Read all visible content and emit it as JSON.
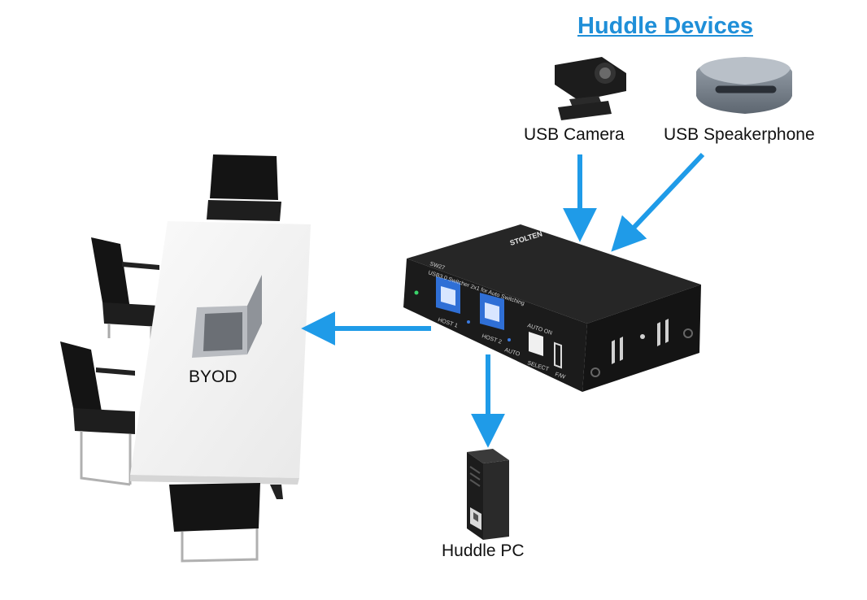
{
  "title": "Huddle Devices",
  "labels": {
    "camera": "USB Camera",
    "speakerphone": "USB Speakerphone",
    "byod": "BYOD",
    "huddle_pc": "Huddle PC"
  },
  "switch": {
    "brand": "STOLTEN",
    "model": "SW27",
    "description": "USB3.0 Switcher 2x1 for Auto Switching",
    "host1": "HOST 1",
    "host2": "HOST 2",
    "auto": "AUTO",
    "auto_on": "AUTO ON",
    "select": "SELECT",
    "fw": "F/W"
  },
  "colors": {
    "accent": "#1f8fd8",
    "arrow": "#1f9be8",
    "device": "#1b1b1b",
    "usb_blue": "#2f6fd6"
  },
  "icons": [
    "usb-camera-icon",
    "speakerphone-icon",
    "kvm-switch-icon",
    "laptop-icon",
    "pc-tower-icon",
    "chair-icon",
    "table-icon"
  ]
}
